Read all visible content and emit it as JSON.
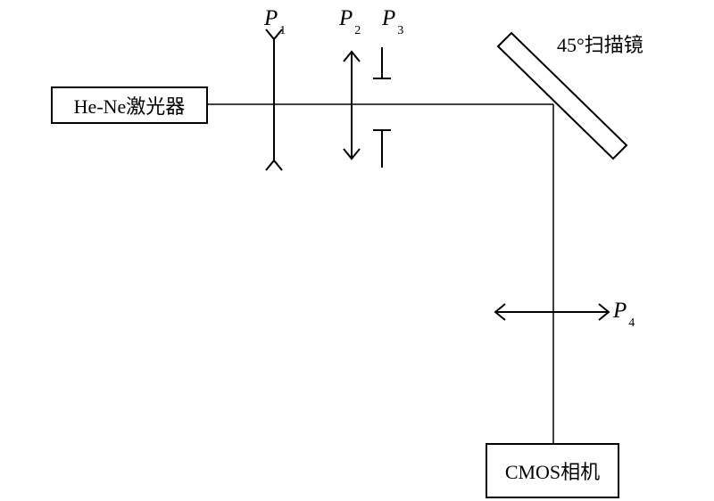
{
  "components": {
    "laser": "He-Ne激光器",
    "mirror": "45°扫描镜",
    "camera": "CMOS相机"
  },
  "element_labels": [
    {
      "id": "p1",
      "main": "P",
      "sub": "1"
    },
    {
      "id": "p2",
      "main": "P",
      "sub": "2"
    },
    {
      "id": "p3",
      "main": "P",
      "sub": "3"
    },
    {
      "id": "p4",
      "main": "P",
      "sub": "4"
    }
  ]
}
